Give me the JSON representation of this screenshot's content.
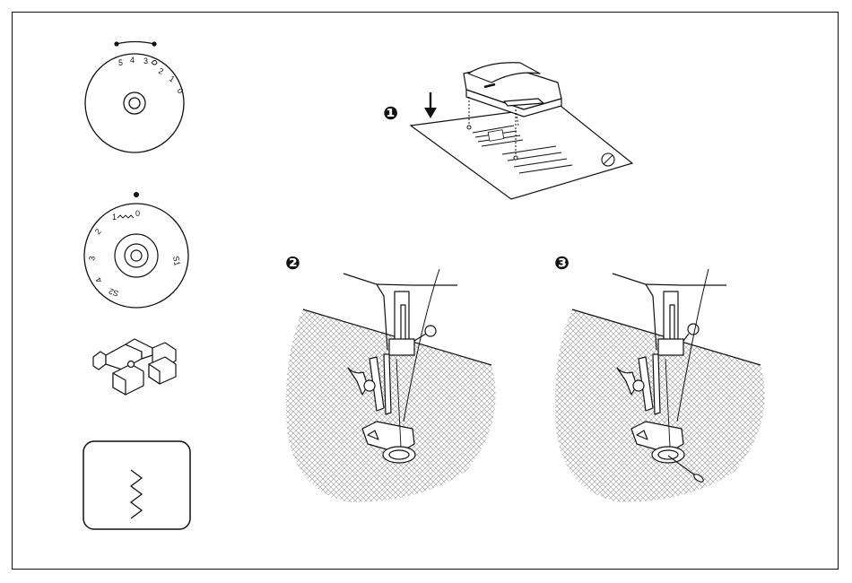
{
  "stitch_length_dial": {
    "labels": [
      "5",
      "4",
      "3",
      "2",
      "1",
      "0"
    ],
    "selected": "2"
  },
  "stitch_width_dial": {
    "labels": [
      "0",
      "1",
      "2",
      "3",
      "4",
      "S1",
      "S2",
      "S1"
    ]
  },
  "steps": {
    "step1": "❶",
    "step2": "❷",
    "step3": "❸"
  },
  "stitch_pattern": "zigzag",
  "colors": {
    "line": "#111111",
    "fabric_hatch": "#bdbdbd",
    "background": "#ffffff"
  }
}
